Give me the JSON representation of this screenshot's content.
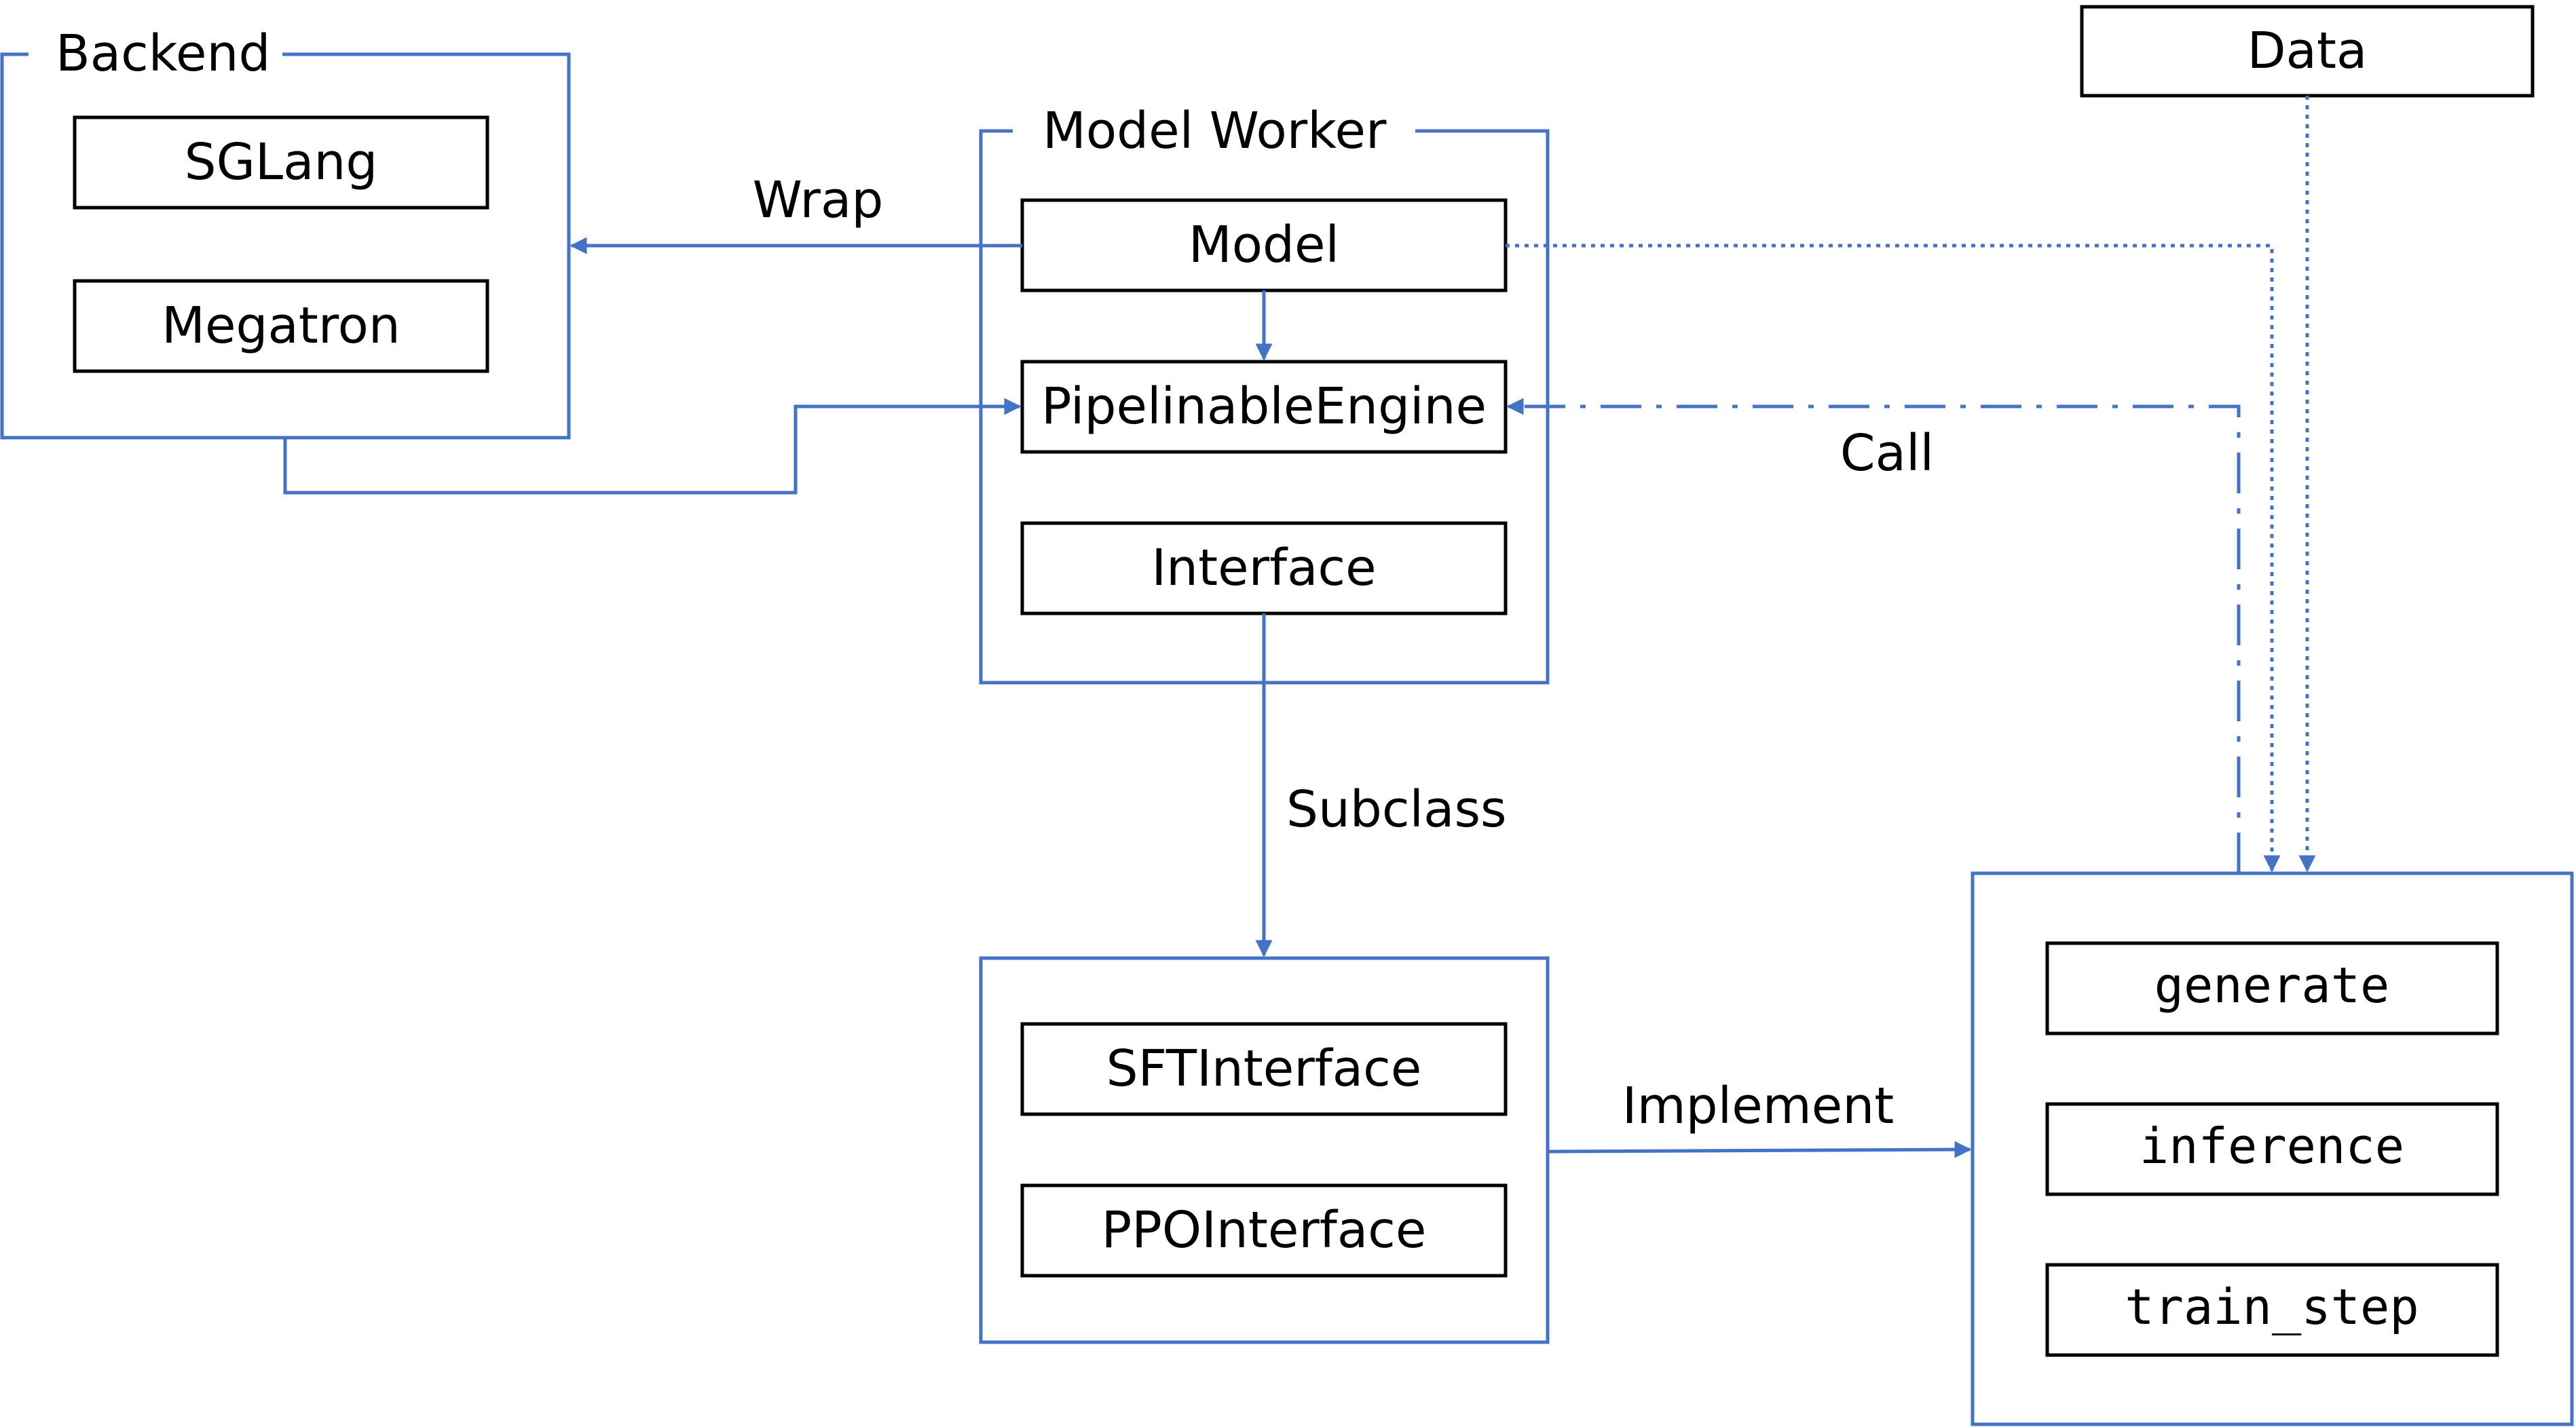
{
  "groups": {
    "backend": "Backend",
    "model_worker": "Model Worker"
  },
  "boxes": {
    "sglang": "SGLang",
    "megatron": "Megatron",
    "model": "Model",
    "pipelinable_engine": "PipelinableEngine",
    "interface": "Interface",
    "sft_interface": "SFTInterface",
    "ppo_interface": "PPOInterface",
    "data": "Data"
  },
  "methods": {
    "generate": "generate",
    "inference": "inference",
    "train_step": "train_step"
  },
  "edge_labels": {
    "wrap": "Wrap",
    "call": "Call",
    "subclass": "Subclass",
    "implement": "Implement"
  },
  "colors": {
    "container_stroke": "#4472C4",
    "arrow": "#4472C4",
    "box_stroke": "#000000"
  }
}
